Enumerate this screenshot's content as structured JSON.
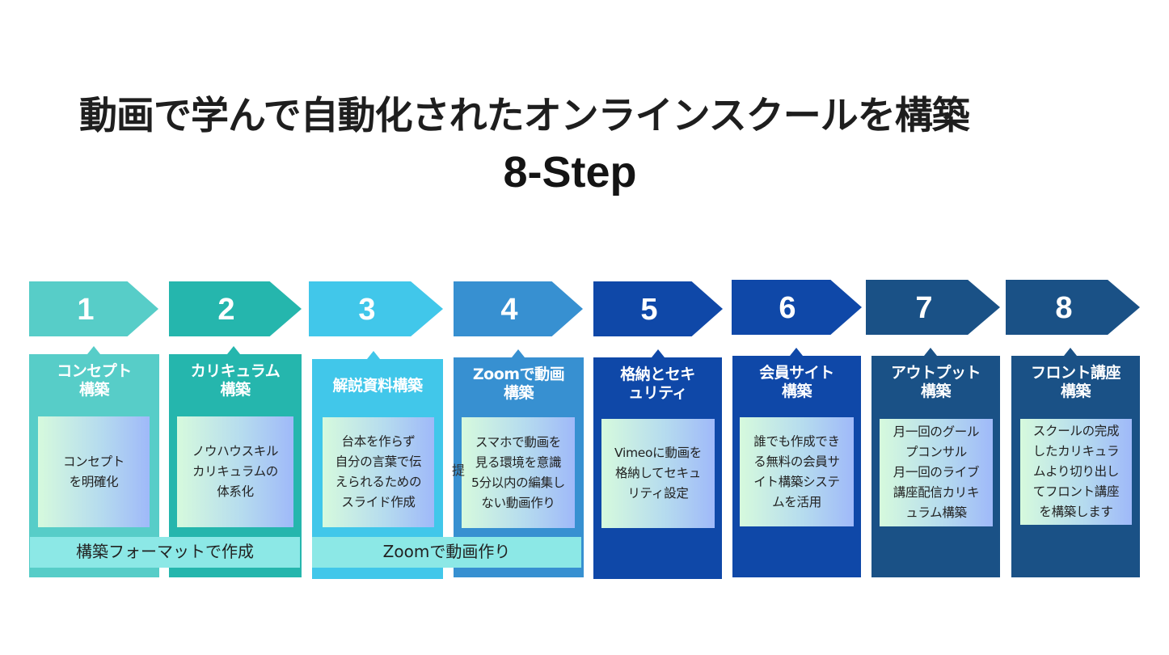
{
  "title": "動画で学んで自動化されたオンラインスクールを構築",
  "subtitle": "8-Step",
  "stray_char": "提",
  "steps": [
    {
      "number": "1",
      "color": "#57cdc8",
      "heading_lines": [
        "コンセプト",
        "構築"
      ],
      "body_lines": [
        "コンセプト",
        "を明確化"
      ]
    },
    {
      "number": "2",
      "color": "#25b6ad",
      "heading_lines": [
        "カリキュラム",
        "構築"
      ],
      "body_lines": [
        "ノウハウスキル",
        "カリキュラムの",
        "体系化"
      ]
    },
    {
      "number": "3",
      "color": "#41c7ea",
      "heading_lines": [
        "解説資料構築"
      ],
      "body_lines": [
        "台本を作らず",
        "自分の言葉で伝",
        "えられるための",
        "スライド作成"
      ]
    },
    {
      "number": "4",
      "color": "#3790d1",
      "heading_lines": [
        "Zoomで動画",
        "構築"
      ],
      "body_lines": [
        "スマホで動画を",
        "見る環境を意識",
        "5分以内の編集し",
        "ない動画作り"
      ]
    },
    {
      "number": "5",
      "color": "#0f48a8",
      "heading_lines": [
        "格納とセキ",
        "ュリティ"
      ],
      "body_lines": [
        "Vimeoに動画を",
        "格納してセキュ",
        "リティ設定"
      ]
    },
    {
      "number": "6",
      "color": "#0f48a8",
      "heading_lines": [
        "会員サイト",
        "構築"
      ],
      "body_lines": [
        "誰でも作成でき",
        "る無料の会員サ",
        "イト構築システ",
        "ムを活用"
      ]
    },
    {
      "number": "7",
      "color": "#1a5186",
      "heading_lines": [
        "アウトプット",
        "構築"
      ],
      "body_lines": [
        "月一回のグール",
        "プコンサル",
        "月一回のライブ",
        "講座配信カリキ",
        "ュラム構築"
      ]
    },
    {
      "number": "8",
      "color": "#1a5186",
      "heading_lines": [
        "フロント講座",
        "構築"
      ],
      "body_lines": [
        "スクールの完成",
        "したカリキュラ",
        "ムより切り出し",
        "てフロント講座",
        "を構築します"
      ]
    }
  ],
  "banners": [
    {
      "label": "構築フォーマットで作成",
      "color": "#8ce8e6"
    },
    {
      "label": "Zoomで動画作り",
      "color": "#8ce8e6"
    }
  ]
}
